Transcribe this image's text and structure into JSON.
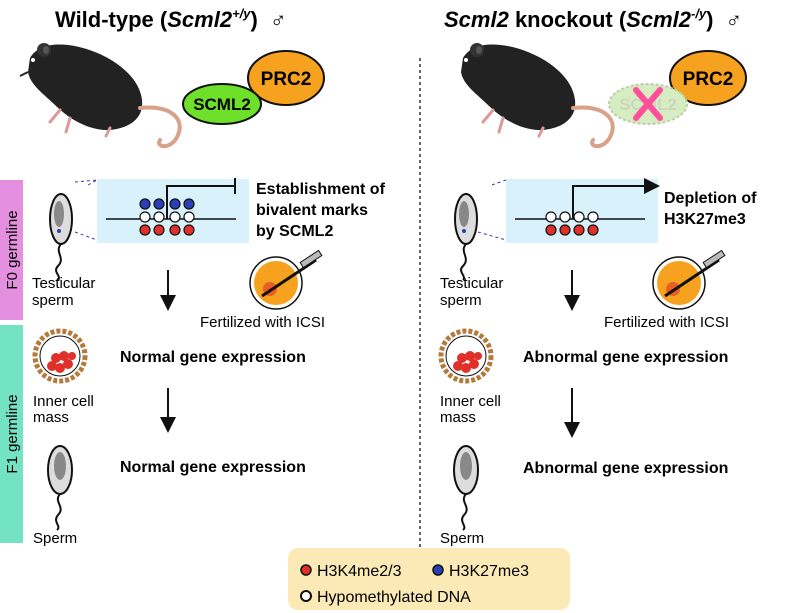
{
  "wt": {
    "title_main": "Wild-type (",
    "title_italic": "Scml2",
    "title_sup": "+/y",
    "title_close": ")",
    "male": "♂",
    "scml2": "SCML2",
    "prc2": "PRC2",
    "marks": [
      "Establishment of",
      "bivalent marks",
      "by SCML2"
    ],
    "sperm_label": [
      "Testicular",
      "sperm"
    ],
    "icsi": "Fertilized with ICSI",
    "icm_label": [
      "Inner cell",
      "mass"
    ],
    "expr1": "Normal gene expression",
    "expr2": "Normal gene expression",
    "sperm2": "Sperm"
  },
  "ko": {
    "title_italic": "Scml2",
    "title_main": " knockout (",
    "title_italic2": "Scml2",
    "title_sup": "-/y",
    "title_close": ")",
    "male": "♂",
    "scml2": "SCML2",
    "prc2": "PRC2",
    "marks": [
      "Depletion of",
      "H3K27me3"
    ],
    "sperm_label": [
      "Testicular",
      "sperm"
    ],
    "icsi": "Fertilized with ICSI",
    "icm_label": [
      "Inner cell",
      "mass"
    ],
    "expr1": "Abnormal gene expression",
    "expr2": "Abnormal gene expression",
    "sperm2": "Sperm"
  },
  "side": {
    "f0": "F0 germline",
    "f1": "F1 germline"
  },
  "legend": {
    "h3k4": "H3K4me2/3",
    "h3k27": "H3K27me3",
    "hypo": "Hypomethylated DNA"
  },
  "colors": {
    "f0_band": "#e48fe0",
    "f1_band": "#73e3c4",
    "scml2": "#6fe02a",
    "prc2": "#f7a21e",
    "legend_bg": "#fbeab5",
    "red_mark": "#e0302a",
    "blue_mark": "#2a3fb5",
    "box_bg": "#d9f1fb",
    "cross": "#ff4f9a"
  }
}
